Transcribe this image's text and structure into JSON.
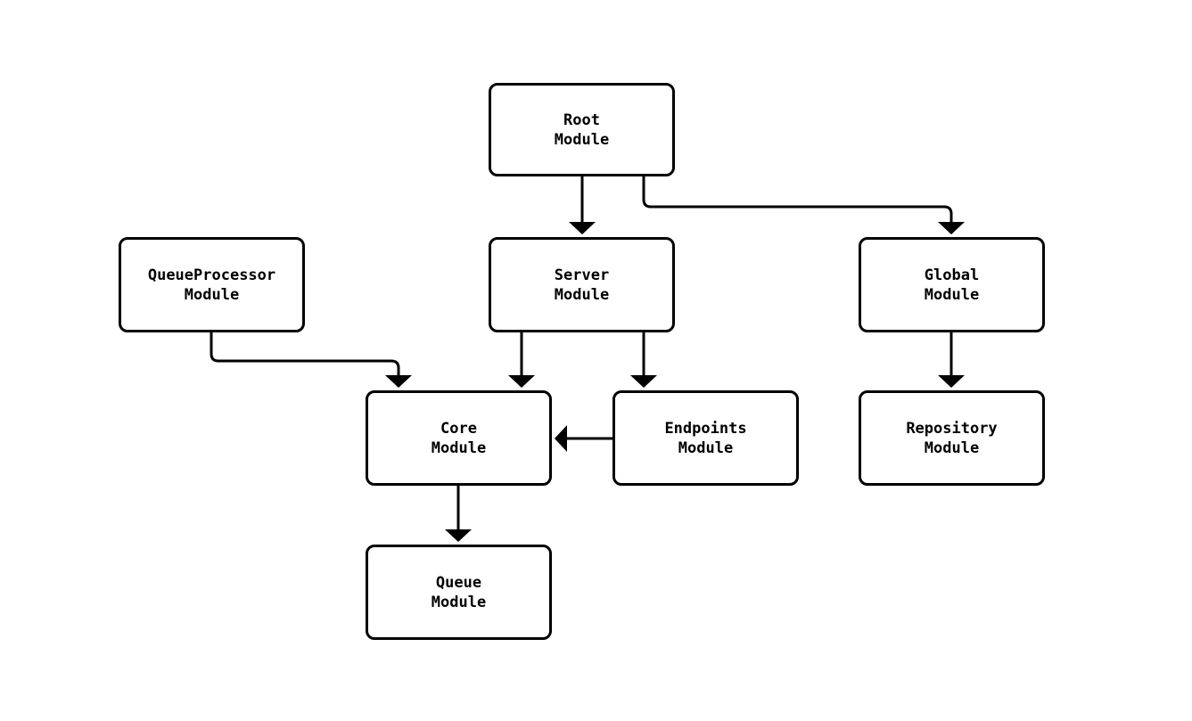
{
  "diagram": {
    "background_color": "#ffffff",
    "node_fill_color": "#ffffff",
    "node_border_color": "#000000",
    "edge_color": "#000000",
    "text_color": "#000000",
    "nodes": [
      {
        "id": "root",
        "line1": "Root",
        "line2": "Module"
      },
      {
        "id": "queueprocessor",
        "line1": "QueueProcessor",
        "line2": "Module"
      },
      {
        "id": "server",
        "line1": "Server",
        "line2": "Module"
      },
      {
        "id": "global",
        "line1": "Global",
        "line2": "Module"
      },
      {
        "id": "core",
        "line1": "Core",
        "line2": "Module"
      },
      {
        "id": "endpoints",
        "line1": "Endpoints",
        "line2": "Module"
      },
      {
        "id": "repository",
        "line1": "Repository",
        "line2": "Module"
      },
      {
        "id": "queue",
        "line1": "Queue",
        "line2": "Module"
      }
    ],
    "edges": [
      {
        "from": "Root Module",
        "to": "Server Module"
      },
      {
        "from": "Root Module",
        "to": "Global Module"
      },
      {
        "from": "QueueProcessor Module",
        "to": "Core Module"
      },
      {
        "from": "Server Module",
        "to": "Core Module"
      },
      {
        "from": "Server Module",
        "to": "Endpoints Module"
      },
      {
        "from": "Endpoints Module",
        "to": "Core Module"
      },
      {
        "from": "Global Module",
        "to": "Repository Module"
      },
      {
        "from": "Core Module",
        "to": "Queue Module"
      }
    ]
  }
}
